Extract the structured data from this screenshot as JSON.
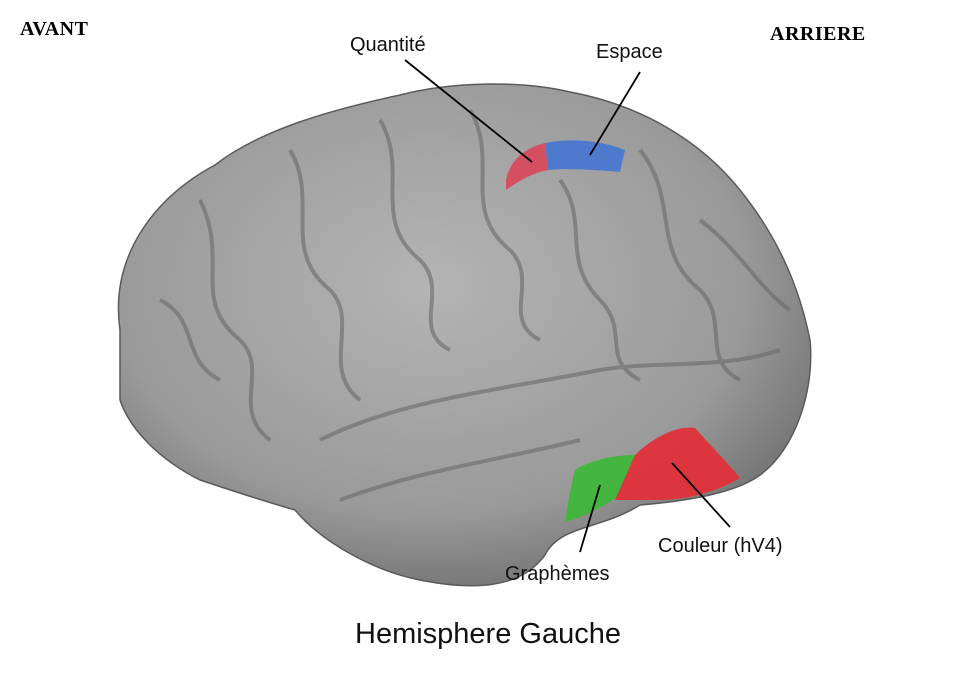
{
  "orientation": {
    "front": "AVANT",
    "back": "ARRIERE"
  },
  "labels": {
    "quantity": "Quantité",
    "space": "Espace",
    "graphemes": "Graphèmes",
    "color": "Couleur (hV4)"
  },
  "title": "Hemisphere Gauche",
  "colors": {
    "brain": "#9a9a9a",
    "quantity_region": "#d9475a",
    "space_region": "#4a78d0",
    "graphemes_region": "#3fb63a",
    "color_region": "#e0303a"
  }
}
